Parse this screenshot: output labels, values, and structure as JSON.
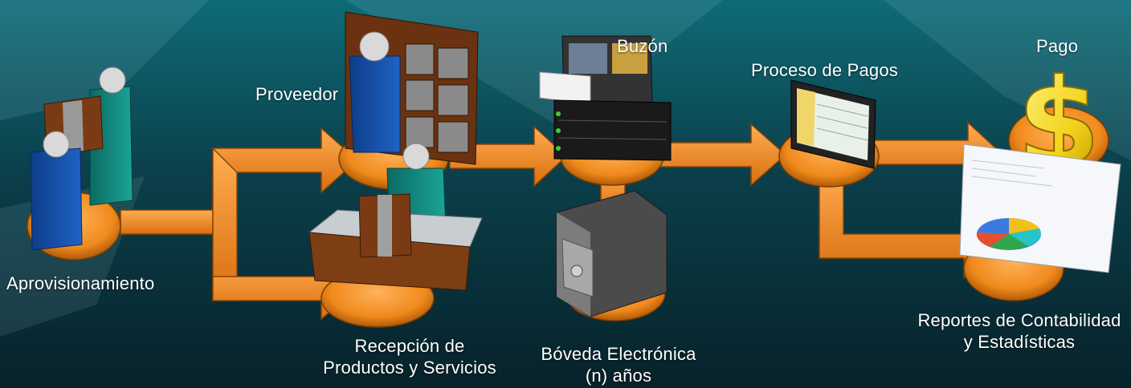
{
  "nodes": {
    "aprovisionamiento": "Aprovisionamiento",
    "proveedor": "Proveedor",
    "recepcion_line1": "Recepción de",
    "recepcion_line2": "Productos y Servicios",
    "buzon": "Buzón",
    "boveda_line1": "Bóveda Electrónica",
    "boveda_line2": "(n) años",
    "proceso_pagos": "Proceso de Pagos",
    "pago": "Pago",
    "reportes_line1": "Reportes de Contabilidad",
    "reportes_line2": "y Estadísticas"
  },
  "icons": {
    "aprovisionamiento": "workers-carrying-box-icon",
    "proveedor": "worker-with-shelves-icon",
    "recepcion": "reception-desk-icon",
    "buzon": "server-mailbox-icon",
    "boveda": "safe-vault-icon",
    "proceso_pagos": "monitor-spreadsheet-icon",
    "pago": "dollar-sign-icon",
    "reportes": "pie-chart-report-icon"
  },
  "colors": {
    "background": "#0b3f4a",
    "arrow": "#f08a1c",
    "platform": "#f28c22",
    "text": "#ffffff"
  }
}
